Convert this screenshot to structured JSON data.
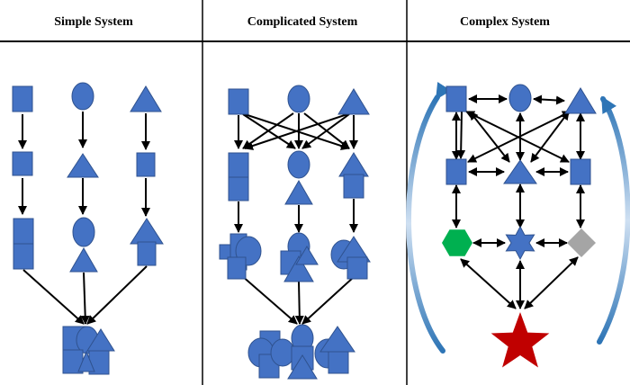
{
  "headers": {
    "simple": "Simple System",
    "complicated": "Complicated System",
    "complex": "Complex System"
  },
  "colors": {
    "shape_fill": "#4472c4",
    "shape_stroke": "#2f528f",
    "hexagon": "#00b050",
    "diamond": "#a5a5a5",
    "star_outcome": "#c00000",
    "feedback_arc": "#2e75b6",
    "line": "#000000"
  },
  "panels": [
    {
      "id": "simple",
      "structure": "three independent linear chains converging on one combined outcome",
      "columns": [
        {
          "levels": [
            "square",
            "square",
            "square+square"
          ]
        },
        {
          "levels": [
            "circle",
            "triangle",
            "circle+triangle"
          ]
        },
        {
          "levels": [
            "triangle",
            "square",
            "triangle+square"
          ]
        }
      ],
      "outcome": "square, circle, triangle, square combined"
    },
    {
      "id": "complicated",
      "structure": "three chains with cross-links from the top level",
      "columns": [
        {
          "levels": [
            "square",
            "square+square",
            "cross+circle+square"
          ]
        },
        {
          "levels": [
            "circle",
            "circle+triangle",
            "circle+triangle+square"
          ]
        },
        {
          "levels": [
            "triangle",
            "triangle+square",
            "circle+triangle+square"
          ]
        }
      ],
      "outcome": "many squares, circles and triangles combined"
    },
    {
      "id": "complex",
      "structure": "fully interconnected network with bidirectional links and feedback arcs",
      "nodes": [
        "square",
        "circle",
        "triangle",
        "square",
        "triangle",
        "square",
        "hexagon",
        "star",
        "diamond"
      ],
      "outcome": "star",
      "feedback": "curved arrows on both sides"
    }
  ]
}
